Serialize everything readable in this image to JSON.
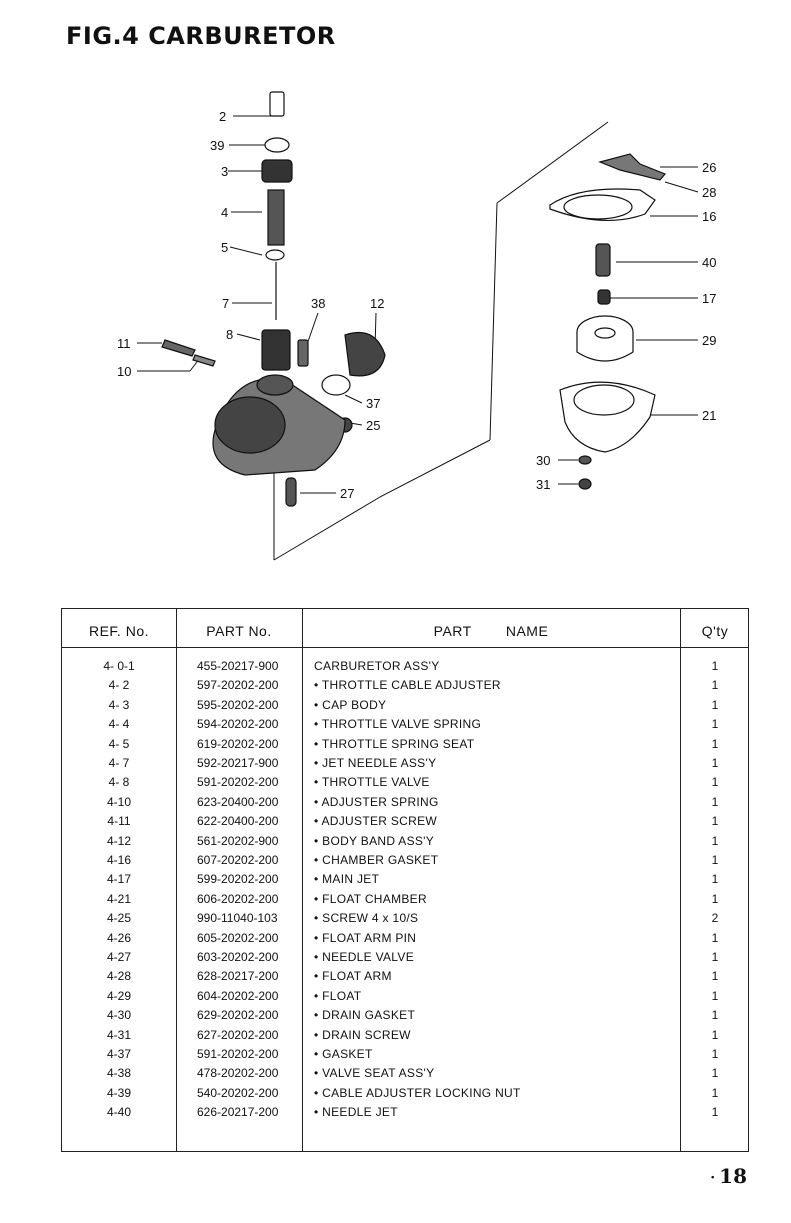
{
  "figure": {
    "title": "FIG.4 CARBURETOR"
  },
  "callouts": [
    "2",
    "39",
    "3",
    "4",
    "5",
    "7",
    "38",
    "12",
    "8",
    "11",
    "10",
    "37",
    "25",
    "27",
    "26",
    "28",
    "16",
    "40",
    "17",
    "29",
    "21",
    "30",
    "31"
  ],
  "table": {
    "headers": {
      "ref": "REF. No.",
      "part": "PART No.",
      "name": "PART NAME",
      "qty": "Q'ty"
    },
    "rows": [
      {
        "ref": "4- 0-1",
        "part": "455-20217-900",
        "name": "CARBURETOR ASS'Y",
        "qty": "1"
      },
      {
        "ref": "4- 2",
        "part": "597-20202-200",
        "name": "• THROTTLE CABLE ADJUSTER",
        "qty": "1"
      },
      {
        "ref": "4- 3",
        "part": "595-20202-200",
        "name": "• CAP BODY",
        "qty": "1"
      },
      {
        "ref": "4- 4",
        "part": "594-20202-200",
        "name": "• THROTTLE VALVE SPRING",
        "qty": "1"
      },
      {
        "ref": "4- 5",
        "part": "619-20202-200",
        "name": "• THROTTLE SPRING SEAT",
        "qty": "1"
      },
      {
        "ref": "4- 7",
        "part": "592-20217-900",
        "name": "• JET NEEDLE ASS'Y",
        "qty": "1"
      },
      {
        "ref": "4- 8",
        "part": "591-20202-200",
        "name": "• THROTTLE VALVE",
        "qty": "1"
      },
      {
        "ref": "4-10",
        "part": "623-20400-200",
        "name": "• ADJUSTER SPRING",
        "qty": "1"
      },
      {
        "ref": "4-11",
        "part": "622-20400-200",
        "name": "• ADJUSTER SCREW",
        "qty": "1"
      },
      {
        "ref": "4-12",
        "part": "561-20202-900",
        "name": "• BODY BAND ASS'Y",
        "qty": "1"
      },
      {
        "ref": "4-16",
        "part": "607-20202-200",
        "name": "• CHAMBER GASKET",
        "qty": "1"
      },
      {
        "ref": "4-17",
        "part": "599-20202-200",
        "name": "• MAIN JET",
        "qty": "1"
      },
      {
        "ref": "4-21",
        "part": "606-20202-200",
        "name": "• FLOAT CHAMBER",
        "qty": "1"
      },
      {
        "ref": "4-25",
        "part": "990-11040-103",
        "name": "• SCREW 4 x 10/S",
        "qty": "2"
      },
      {
        "ref": "4-26",
        "part": "605-20202-200",
        "name": "• FLOAT ARM PIN",
        "qty": "1"
      },
      {
        "ref": "4-27",
        "part": "603-20202-200",
        "name": "• NEEDLE VALVE",
        "qty": "1"
      },
      {
        "ref": "4-28",
        "part": "628-20217-200",
        "name": "• FLOAT ARM",
        "qty": "1"
      },
      {
        "ref": "4-29",
        "part": "604-20202-200",
        "name": "• FLOAT",
        "qty": "1"
      },
      {
        "ref": "4-30",
        "part": "629-20202-200",
        "name": "• DRAIN GASKET",
        "qty": "1"
      },
      {
        "ref": "4-31",
        "part": "627-20202-200",
        "name": "• DRAIN SCREW",
        "qty": "1"
      },
      {
        "ref": "4-37",
        "part": "591-20202-200",
        "name": "• GASKET",
        "qty": "1"
      },
      {
        "ref": "4-38",
        "part": "478-20202-200",
        "name": "• VALVE SEAT ASS'Y",
        "qty": "1"
      },
      {
        "ref": "4-39",
        "part": "540-20202-200",
        "name": "• CABLE ADJUSTER LOCKING NUT",
        "qty": "1"
      },
      {
        "ref": "4-40",
        "part": "626-20217-200",
        "name": "• NEEDLE JET",
        "qty": "1"
      }
    ]
  },
  "page": {
    "number": "18",
    "prefix": "·"
  }
}
